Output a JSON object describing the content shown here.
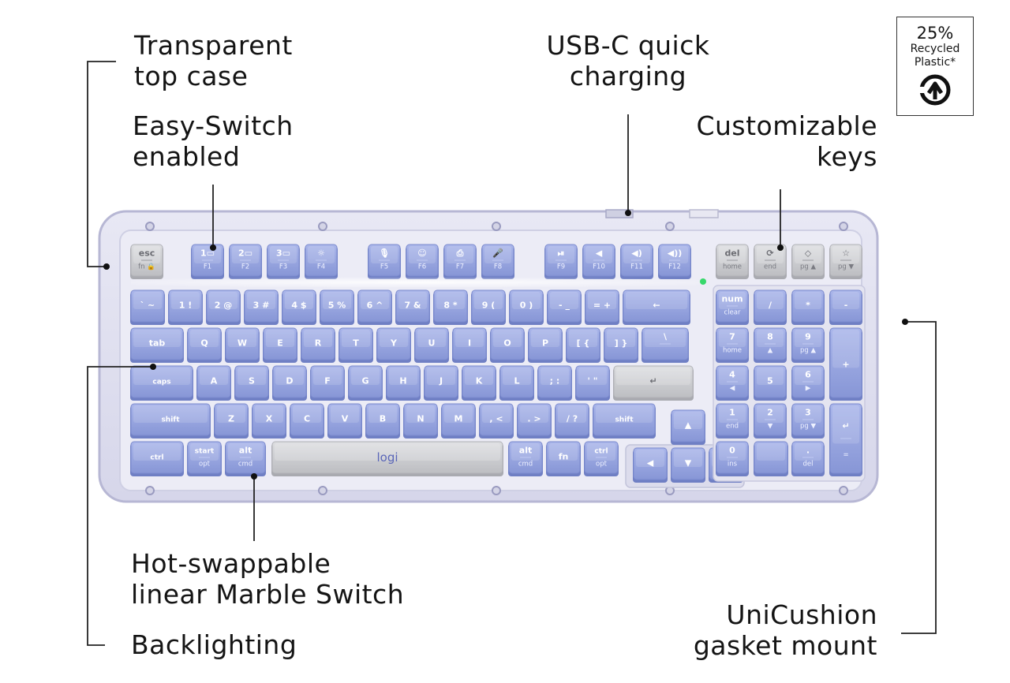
{
  "callouts": {
    "transparent_top_case": "Transparent\ntop case",
    "easy_switch": "Easy-Switch\nenabled",
    "usb_c": "USB-C quick\ncharging",
    "customizable_keys": "Customizable\nkeys",
    "hot_swappable": "Hot-swappable\nlinear Marble Switch",
    "backlighting": "Backlighting",
    "unicushion": "UniCushion\ngasket mount"
  },
  "badge": {
    "percent": "25%",
    "text": "Recycled\nPlastic*"
  },
  "brand_logo": "logi",
  "colors": {
    "key_blue": "#8e9ddb",
    "key_blue_top": "#a7b4ea",
    "key_grey": "#c9cacd",
    "case": "#e1e1ef",
    "case_edge": "#b9b9d6",
    "led": "#37d86b"
  },
  "keys": {
    "fn_row": [
      "esc|fn 🔒",
      "1▭|F1",
      "2▭|F2",
      "3▭|F3",
      "☼|F4",
      "🎙|F5",
      "☺|F6",
      "⎙|F7",
      "🎤|F8",
      "⏯|F9",
      "◀|F10",
      "◀)|F11",
      "◀))|F12",
      "del|home",
      "⟳|end",
      "◇|pg ▲",
      "☆|pg ▼"
    ],
    "row1": [
      "` ~",
      "1 !",
      "2 @",
      "3 #",
      "4 $",
      "5 %",
      "6 ^",
      "7 &",
      "8 *",
      "9 (",
      "0 )",
      "- _",
      "= +",
      "←"
    ],
    "row2": [
      "tab",
      "Q",
      "W",
      "E",
      "R",
      "T",
      "Y",
      "U",
      "I",
      "O",
      "P",
      "[ {",
      "] }",
      "\\ |"
    ],
    "row3": [
      "caps",
      "A",
      "S",
      "D",
      "F",
      "G",
      "H",
      "J",
      "K",
      "L",
      "; :",
      "' \"",
      "↵"
    ],
    "row4": [
      "shift",
      "Z",
      "X",
      "C",
      "V",
      "B",
      "N",
      "M",
      ", <",
      ". >",
      "/ ?",
      "shift"
    ],
    "row5": [
      "ctrl",
      "start|opt",
      "alt|cmd",
      "",
      "alt|cmd",
      "fn",
      "ctrl|opt"
    ],
    "arrows": [
      "▲",
      "◀",
      "▼",
      "▶"
    ],
    "numpad": [
      "num|clear",
      "/",
      "*",
      "-",
      "7|home",
      "8|▲",
      "9|pg ▲",
      "+",
      "4|◀",
      "5",
      "6|▶",
      "1|end",
      "2|▼",
      "3|pg ▼",
      "↵|=",
      "0|ins",
      ".|del"
    ]
  }
}
